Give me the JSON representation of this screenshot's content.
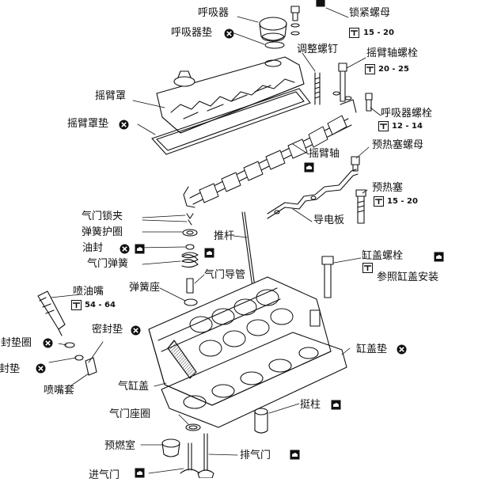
{
  "parts": {
    "breather": "呼吸器",
    "breather_gasket": "呼吸器垫",
    "lock_nut": "锁紧螺母",
    "adjust_screw": "调整螺钉",
    "rocker_bolt": "摇臂轴螺栓",
    "rocker_cover": "摇臂罩",
    "breather_bolt": "呼吸器螺栓",
    "rocker_cover_gasket": "摇臂罩垫",
    "rocker_shaft": "摇臂轴",
    "glow_nut": "预热塞螺母",
    "glow_plug": "预热塞",
    "conductor": "导电板",
    "valve_lock": "气门锁夹",
    "spring_retainer": "弹簧护圈",
    "push_rod": "推杆",
    "oil_seal": "油封",
    "valve_spring": "气门弹簧",
    "head_bolt": "缸盖螺栓",
    "see_install": "参照缸盖安装",
    "valve_guide": "气门导管",
    "spring_seat": "弹簧座",
    "nozzle": "喷油嘴",
    "seal_washer": "密封垫圈",
    "seal_gasket_a": "密封垫",
    "seal_gasket_b": "密封垫",
    "head_gasket": "缸盖垫",
    "nozzle_sleeve": "喷嘴套",
    "cylinder_head": "气缸盖",
    "tappet": "挺柱",
    "valve_seat": "气门座圈",
    "precombustion": "预燃室",
    "exhaust_valve": "排气门",
    "intake_valve": "进气门"
  },
  "torques": {
    "lock_nut": "15 - 20",
    "rocker_bolt": "20 - 25",
    "breather_bolt": "12 - 14",
    "glow_plug": "15 - 20",
    "nozzle": "54 - 64"
  },
  "icons": {
    "replace": "x-circle-icon",
    "lubricate": "oil-can-icon",
    "torque": "torque-wrench-icon"
  },
  "colors": {
    "ink": "#111111",
    "paper": "#ffffff"
  }
}
